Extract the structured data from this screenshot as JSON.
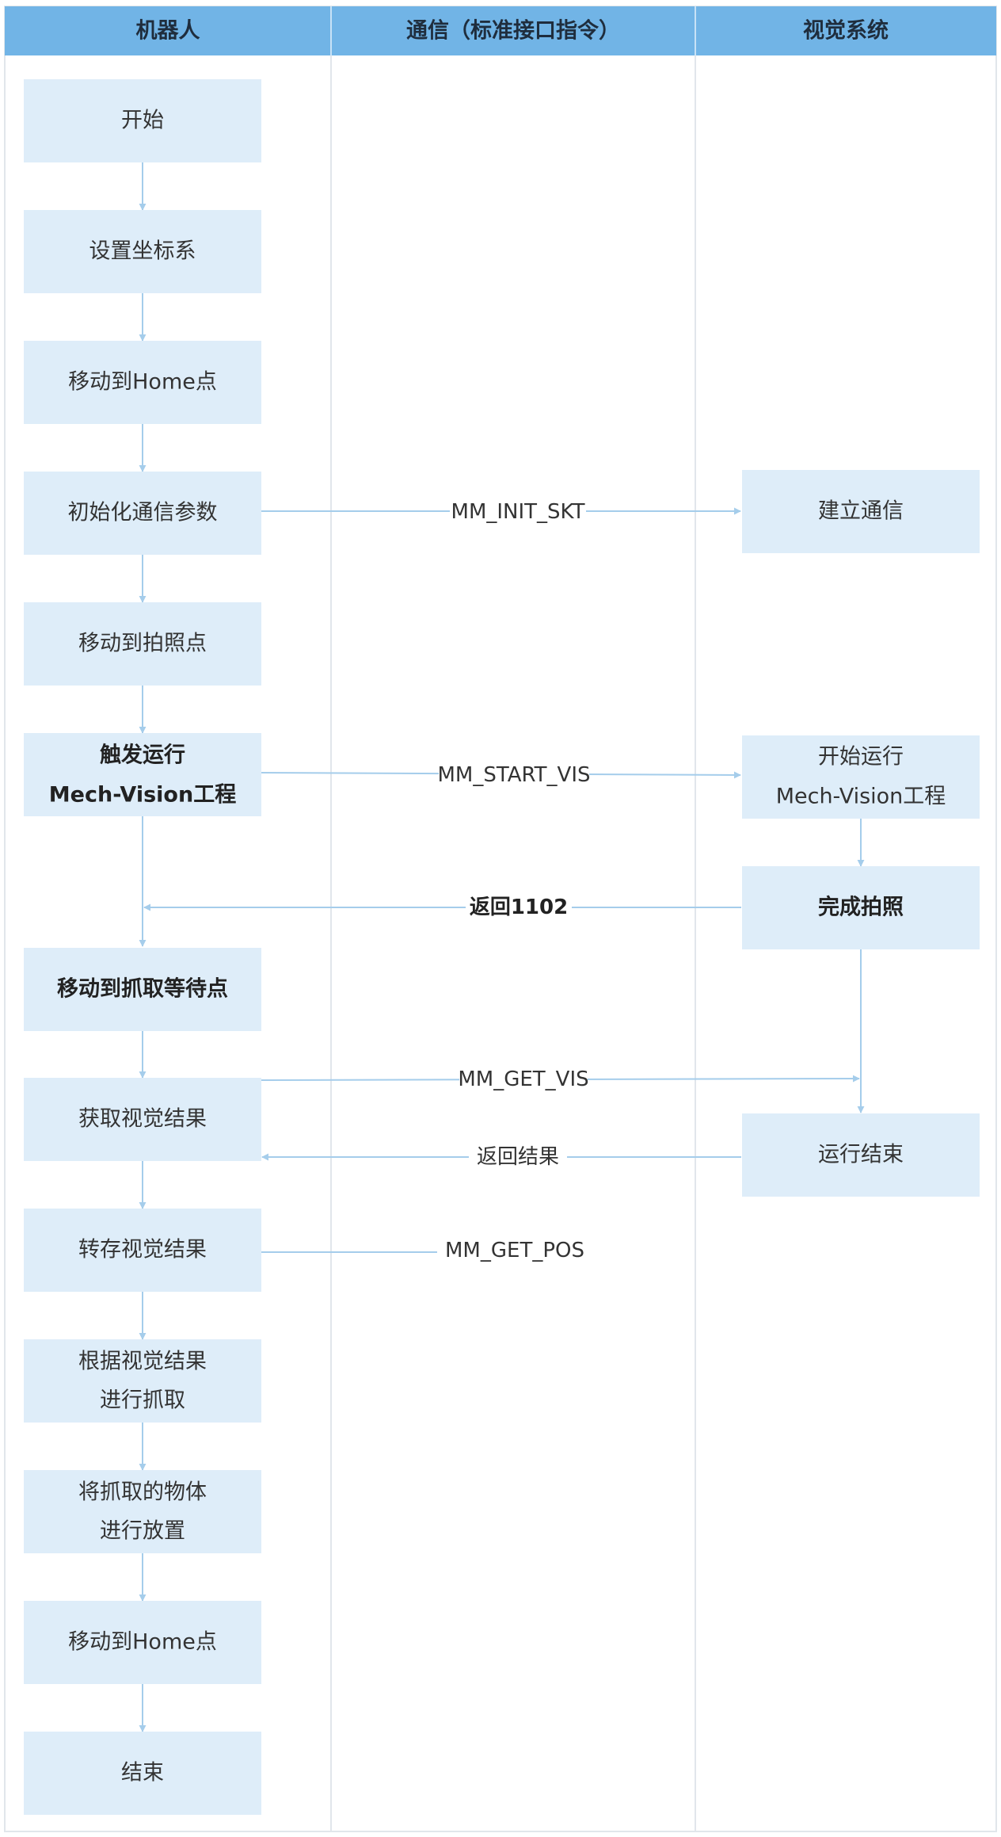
{
  "lanes": {
    "robot": "机器人",
    "comm": "通信（标准接口指令）",
    "vision": "视觉系统"
  },
  "robot_steps": {
    "start": "开始",
    "set_coords": "设置坐标系",
    "move_home_1": "移动到Home点",
    "init_comm": "初始化通信参数",
    "move_capture": "移动到拍照点",
    "trigger_line1": "触发运行",
    "trigger_line2": "Mech-Vision工程",
    "move_wait": "移动到抓取等待点",
    "get_result": "获取视觉结果",
    "store_result": "转存视觉结果",
    "pick_line1": "根据视觉结果",
    "pick_line2": "进行抓取",
    "place_line1": "将抓取的物体",
    "place_line2": "进行放置",
    "move_home_2": "移动到Home点",
    "end": "结束"
  },
  "vision_steps": {
    "establish": "建立通信",
    "run_line1": "开始运行",
    "run_line2": "Mech-Vision工程",
    "capture_done": "完成拍照",
    "run_end": "运行结束"
  },
  "messages": {
    "init_skt": "MM_INIT_SKT",
    "start_vis": "MM_START_VIS",
    "return_1102": "返回1102",
    "get_vis": "MM_GET_VIS",
    "return_result": "返回结果",
    "get_pos": "MM_GET_POS"
  }
}
